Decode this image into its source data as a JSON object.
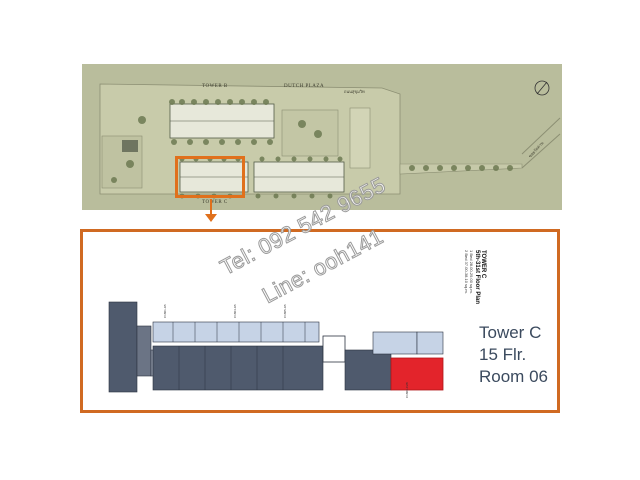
{
  "site_plan": {
    "tower_b_label": "TOWER B",
    "dutch_plaza_label": "DUTCH PLAZA",
    "tower_c_label": "TOWER C",
    "road_labels": [
      "ถนนสุขุมวิท",
      "ซอยวัดด่าน"
    ]
  },
  "floor_plan": {
    "tower": "TOWER C",
    "floor_range": "5th-31st Floor Plan",
    "note_1": "1 Bed 28.00-29.00 sq.m.",
    "note_2": "2 Bed 37.00-38.10 sq.m."
  },
  "info": {
    "line1": "Tower C",
    "line2": "15 Flr.",
    "line3": "Room 06"
  },
  "watermark": {
    "tel": "Tel: 092 542 9655",
    "line": "Line: ooh141"
  },
  "colors": {
    "highlight": "#e0701c",
    "unit_selected": "#e3242b",
    "unit_light": "#c6d3e6",
    "unit_dark": "#4f5a6d",
    "site_bg": "#b9bd9c"
  }
}
